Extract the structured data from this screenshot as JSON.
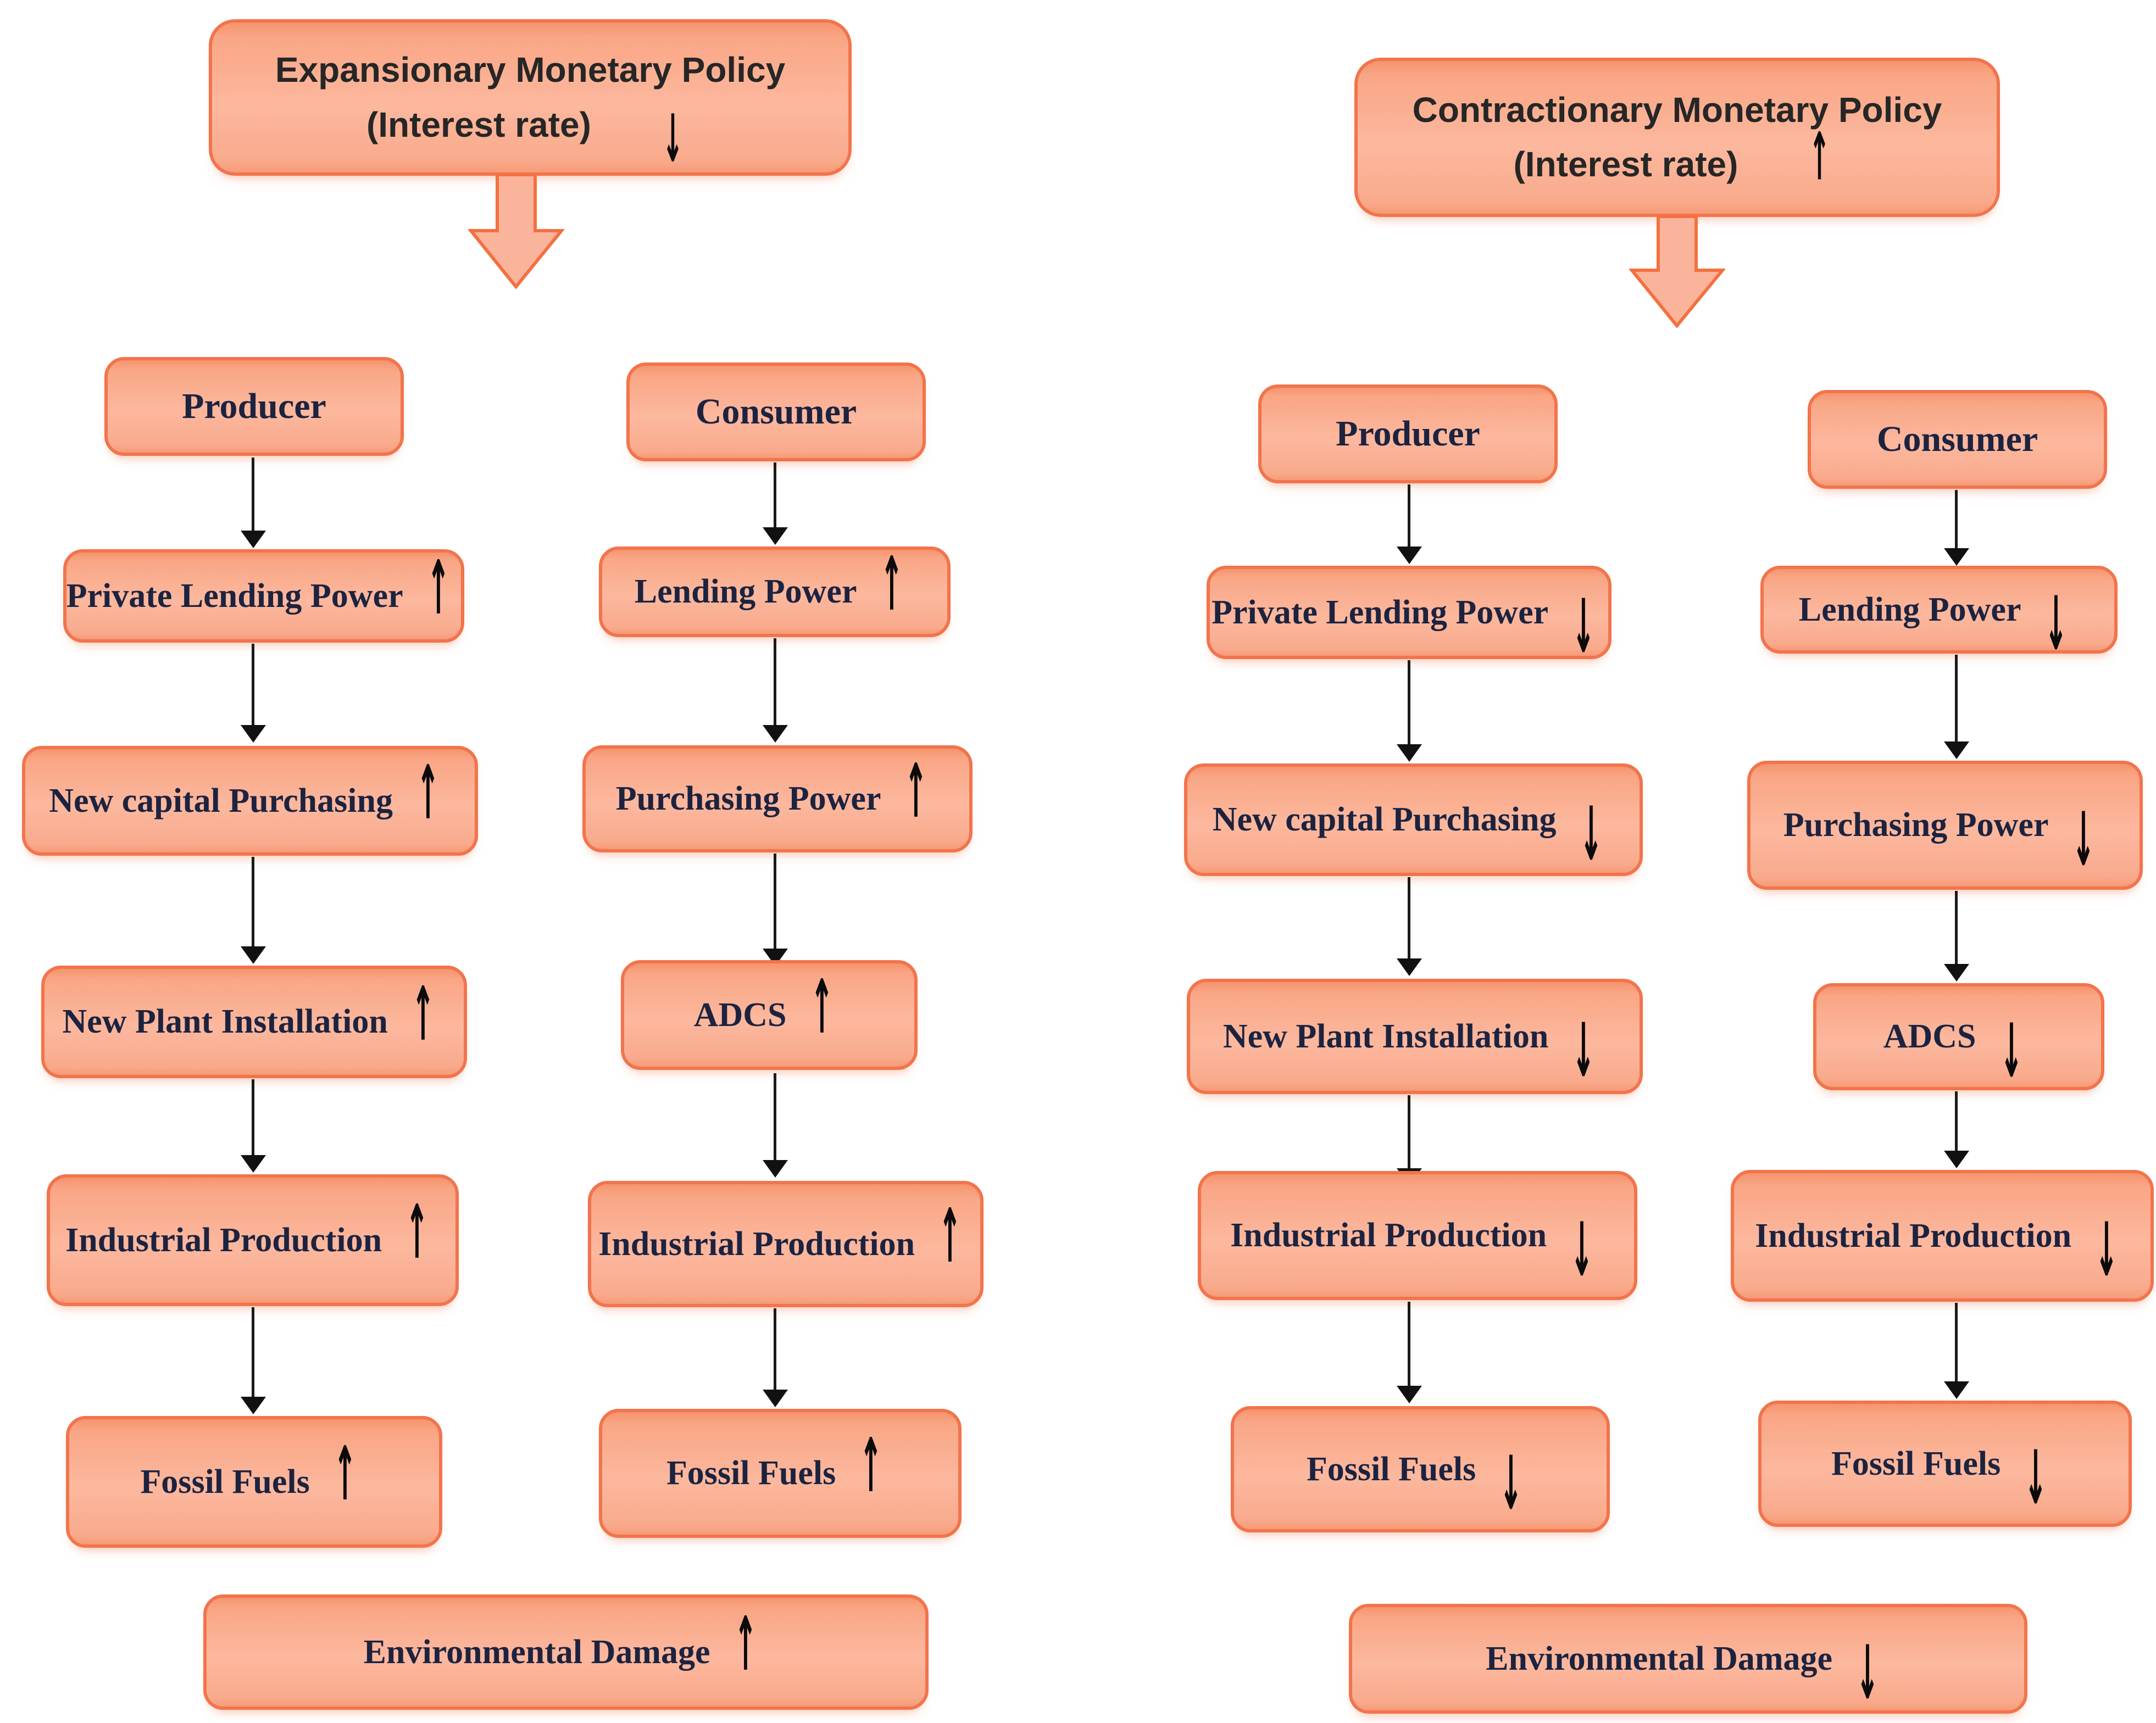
{
  "colors": {
    "box_fill": "#fbb096",
    "box_border": "#f2744c",
    "step_text": "#1c2340",
    "title_text": "#262626",
    "connector": "#1a1a1a",
    "block_arrow_fill": "#fbb49c",
    "block_arrow_border": "#f47040"
  },
  "left_panel": {
    "title": "Expansionary Monetary Policy",
    "subtitle": "(Interest rate)",
    "title_arrow": "↓",
    "producer": {
      "header": "Producer",
      "steps": [
        {
          "label": "Private Lending Power",
          "arrow": "↑"
        },
        {
          "label": "New capital Purchasing",
          "arrow": "↑"
        },
        {
          "label": "New Plant Installation",
          "arrow": "↑"
        },
        {
          "label": "Industrial Production",
          "arrow": "↑"
        },
        {
          "label": "Fossil Fuels",
          "arrow": "↑"
        }
      ]
    },
    "consumer": {
      "header": "Consumer",
      "steps": [
        {
          "label": "Lending Power",
          "arrow": "↑"
        },
        {
          "label": "Purchasing Power",
          "arrow": "↑"
        },
        {
          "label": "ADCS",
          "arrow": "↑"
        },
        {
          "label": "Industrial Production",
          "arrow": "↑"
        },
        {
          "label": "Fossil Fuels",
          "arrow": "↑"
        }
      ]
    },
    "footer": {
      "label": "Environmental Damage",
      "arrow": "↑"
    }
  },
  "right_panel": {
    "title": "Contractionary Monetary Policy",
    "subtitle": "(Interest rate)",
    "title_arrow": "↑",
    "producer": {
      "header": "Producer",
      "steps": [
        {
          "label": "Private Lending Power",
          "arrow": "↓"
        },
        {
          "label": "New capital Purchasing",
          "arrow": "↓"
        },
        {
          "label": "New Plant Installation",
          "arrow": "↓"
        },
        {
          "label": "Industrial Production",
          "arrow": "↓"
        },
        {
          "label": "Fossil Fuels",
          "arrow": "↓"
        }
      ]
    },
    "consumer": {
      "header": "Consumer",
      "steps": [
        {
          "label": "Lending Power",
          "arrow": "↓"
        },
        {
          "label": "Purchasing Power",
          "arrow": "↓"
        },
        {
          "label": "ADCS",
          "arrow": "↓"
        },
        {
          "label": "Industrial Production",
          "arrow": "↓"
        },
        {
          "label": "Fossil Fuels",
          "arrow": "↓"
        }
      ]
    },
    "footer": {
      "label": "Environmental Damage",
      "arrow": "↓"
    }
  }
}
